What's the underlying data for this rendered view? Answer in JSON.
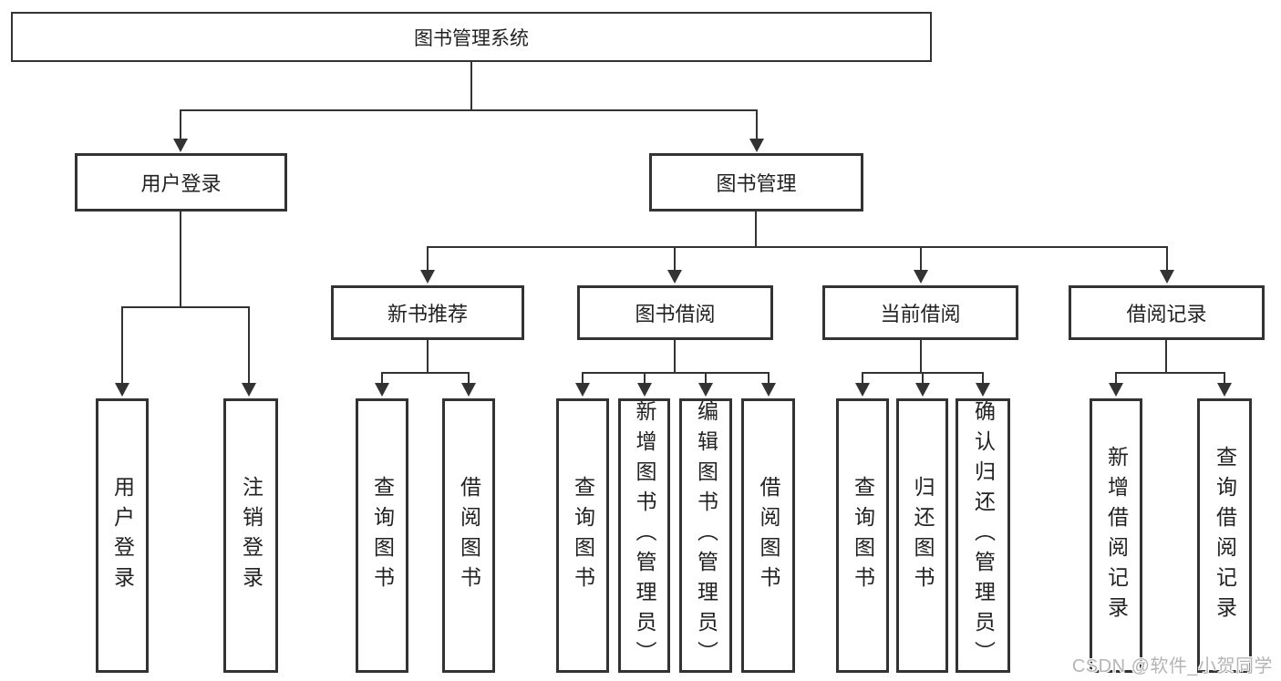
{
  "diagram": {
    "type": "hierarchy-tree",
    "colors": {
      "line": "#333333",
      "text": "#222222",
      "background": "#ffffff",
      "watermark": "#b5b5b5"
    },
    "root": {
      "label": "图书管理系统"
    },
    "login": {
      "label": "用户登录",
      "children": [
        {
          "label": "用户登录"
        },
        {
          "label": "注销登录"
        }
      ]
    },
    "management": {
      "label": "图书管理",
      "groups": [
        {
          "label": "新书推荐",
          "children": [
            {
              "label": "查询图书"
            },
            {
              "label": "借阅图书"
            }
          ]
        },
        {
          "label": "图书借阅",
          "children": [
            {
              "label": "查询图书"
            },
            {
              "label": "新增图书（管理员）"
            },
            {
              "label": "编辑图书（管理员）"
            },
            {
              "label": "借阅图书"
            }
          ]
        },
        {
          "label": "当前借阅",
          "children": [
            {
              "label": "查询图书"
            },
            {
              "label": "归还图书"
            },
            {
              "label": "确认归还（管理员）"
            }
          ]
        },
        {
          "label": "借阅记录",
          "children": [
            {
              "label": "新增借阅记录"
            },
            {
              "label": "查询借阅记录"
            }
          ]
        }
      ]
    }
  },
  "watermark": {
    "text": "CSDN @软件_小贺同学"
  }
}
